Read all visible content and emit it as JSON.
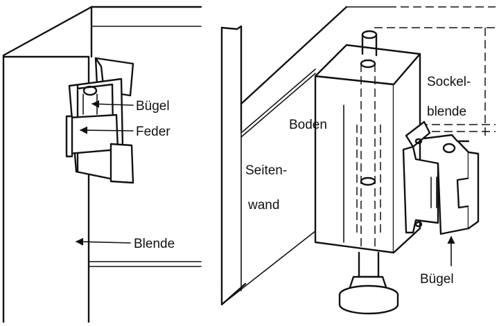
{
  "left_panel": {
    "labels": {
      "buegel": "Bügel",
      "feder": "Feder",
      "blende": "Blende"
    }
  },
  "right_panel": {
    "labels": {
      "boden": "Boden",
      "seitenwand_1": "Seiten-",
      "seitenwand_2": "wand",
      "sockelblende_1": "Sockel-",
      "sockelblende_2": "blende",
      "buegel": "Bügel"
    }
  },
  "colors": {
    "ink": "#111111",
    "paper": "#ffffff"
  }
}
